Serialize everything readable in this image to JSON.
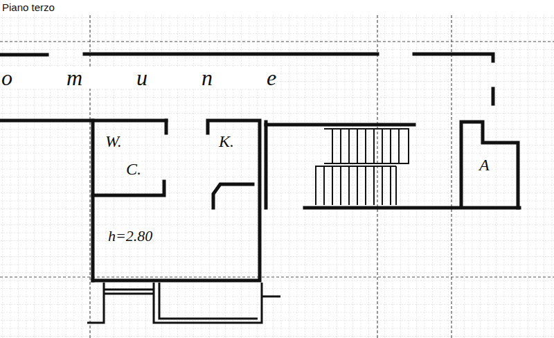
{
  "diagram": {
    "title": "Piano terzo",
    "labels": [
      "o m u n e",
      "W.",
      "C.",
      "K.",
      "A",
      "h=2.80"
    ]
  }
}
